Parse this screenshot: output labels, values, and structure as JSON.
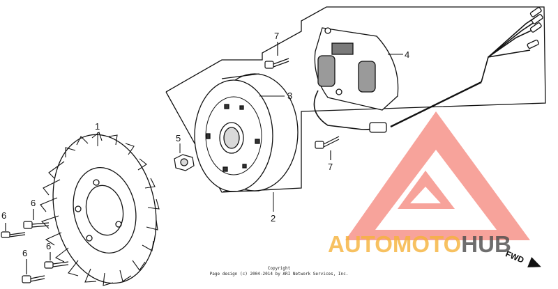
{
  "callouts": {
    "c1": "1",
    "c2": "2",
    "c3": "3",
    "c4": "4",
    "c5": "5",
    "c6a": "6",
    "c6b": "6",
    "c6c": "6",
    "c6d": "6",
    "c7a": "7",
    "c7b": "7"
  },
  "watermark": {
    "brand_part1": "AUTOMOTO",
    "brand_part2": "HUB",
    "color_primary": "#f2584a",
    "color_light": "#f6b23a",
    "color_dark": "#4b4b4b"
  },
  "copyright": {
    "line1": "Copyright",
    "line2": "Page design (c) 2004-2014 by ARI Network Services, Inc."
  },
  "direction": {
    "label": "FWD"
  }
}
